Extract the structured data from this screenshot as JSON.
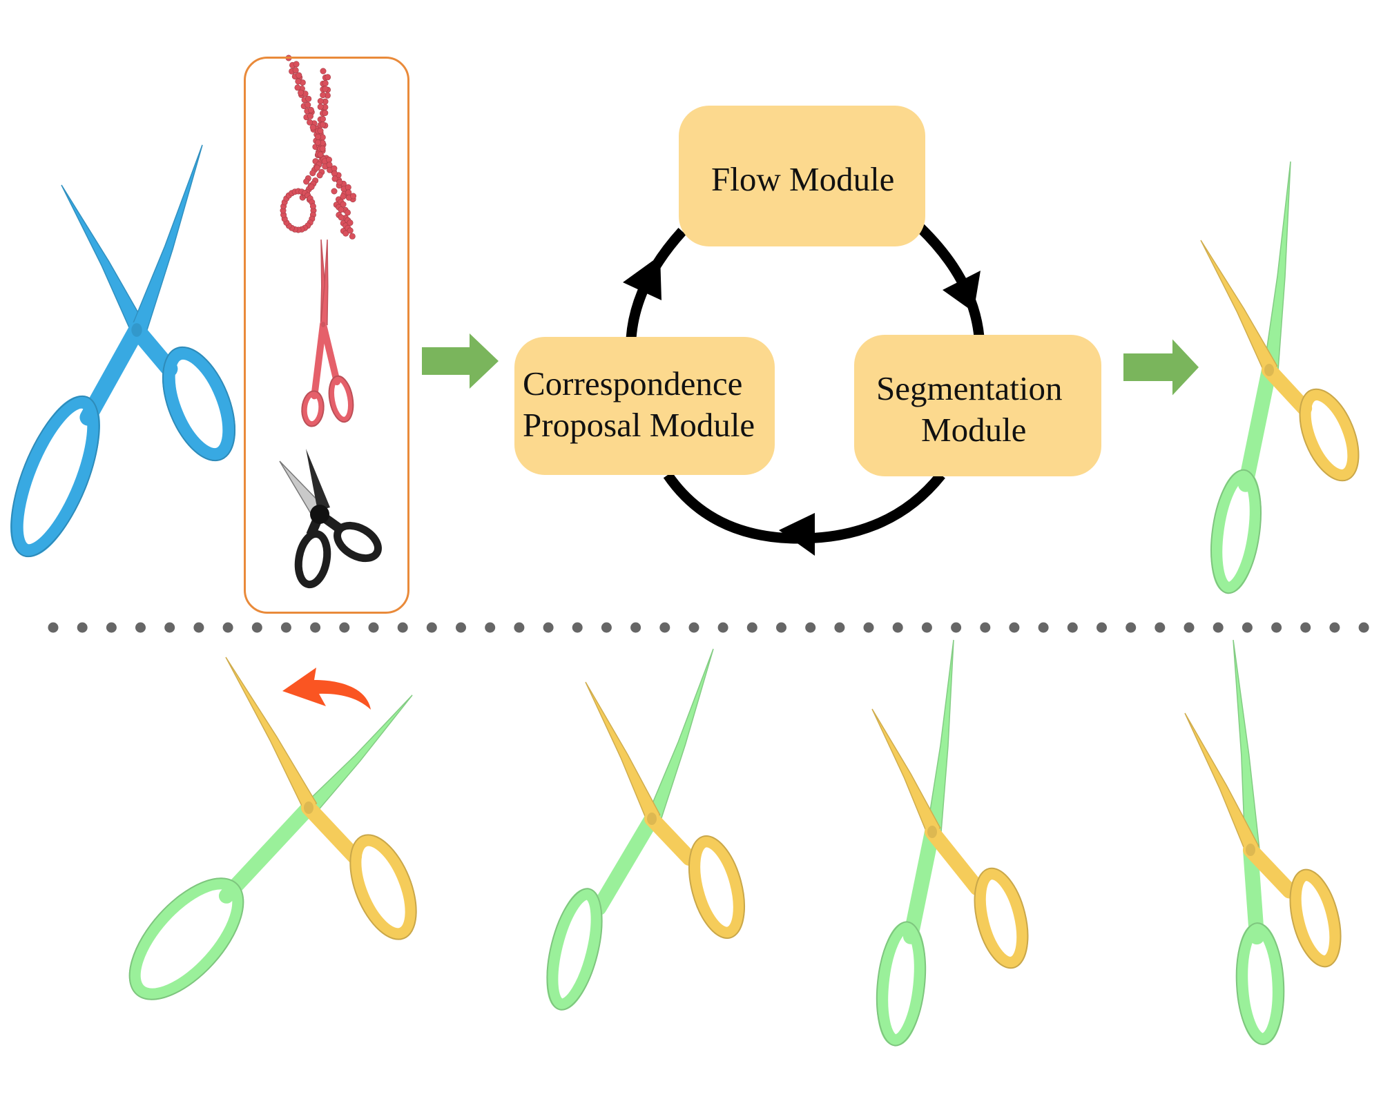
{
  "figure": {
    "description": "Iterative articulated part segmentation pipeline for scissors",
    "modules": {
      "flow": {
        "label": "Flow Module"
      },
      "correspondence": {
        "line1": "Correspondence",
        "line2": "Proposal Module"
      },
      "segmentation": {
        "line1": "Segmentation",
        "line2": "Module"
      }
    },
    "input_object": {
      "name": "input-scissors-blue",
      "color": "#38A9E2"
    },
    "sample_set": {
      "frame_color": "#E98A3A",
      "items": [
        {
          "name": "point-cloud-scissors",
          "kind": "point cloud",
          "color": "#D9505C"
        },
        {
          "name": "mesh-scissors-red",
          "kind": "mesh",
          "color": "#E5606A"
        },
        {
          "name": "photo-scissors-black",
          "kind": "real image",
          "color": "#1E1E1E"
        }
      ]
    },
    "output_object": {
      "name": "segmented-scissors",
      "part_colors": [
        "#9AF09A",
        "#F5CC5A"
      ]
    },
    "cycle": {
      "arrow_color": "#000000",
      "direction": "clockwise"
    },
    "flow_arrows": {
      "color": "#7AB55C"
    },
    "separator": {
      "style": "dotted",
      "color": "#666666"
    },
    "motion_arrow": {
      "color": "#FA5522",
      "direction": "counter-clockwise"
    },
    "sequence": {
      "count": 4,
      "part_colors": {
        "static": "#9AF09A",
        "moving": "#F5CC5A"
      }
    }
  }
}
